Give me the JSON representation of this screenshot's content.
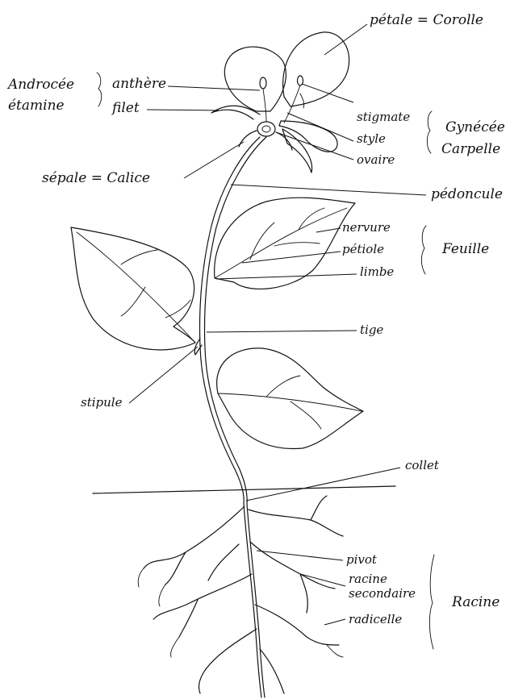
{
  "labels": {
    "petale_corolle": "pétale = Corolle",
    "androcee": "Androcée",
    "etamine": "étamine",
    "anthere": "anthère",
    "filet": "filet",
    "stigmate": "stigmate",
    "style": "style",
    "ovaire": "ovaire",
    "gynecee": "Gynécée",
    "carpelle": "Carpelle",
    "sepale_calice": "sépale = Calice",
    "pedoncule": "pédoncule",
    "nervure": "nervure",
    "petiole": "pétiole",
    "limbe": "limbe",
    "feuille": "Feuille",
    "tige": "tige",
    "stipule": "stipule",
    "collet": "collet",
    "pivot": "pivot",
    "racine_line1": "racine",
    "racine_line2": "secondaire",
    "radicelle": "radicelle",
    "racine_group": "Racine"
  }
}
